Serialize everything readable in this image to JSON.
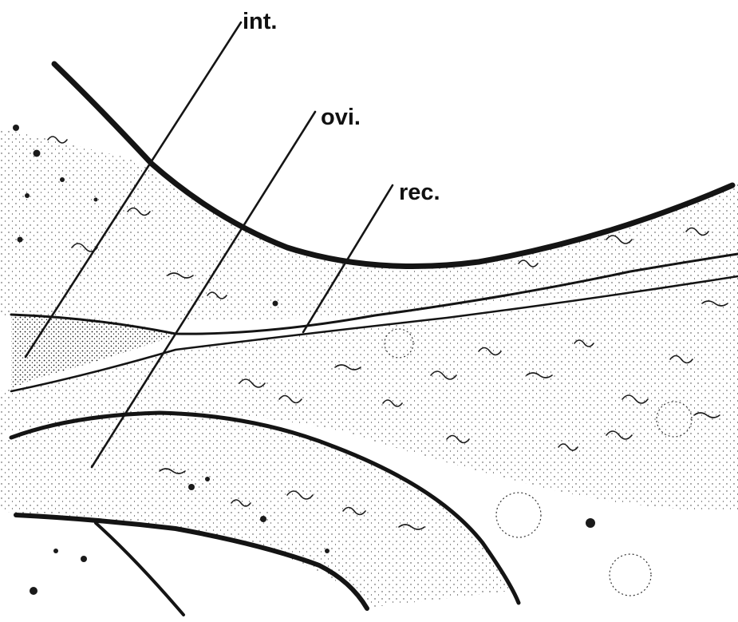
{
  "labels": {
    "int": "int.",
    "ovi": "ovi.",
    "rec": "rec."
  }
}
